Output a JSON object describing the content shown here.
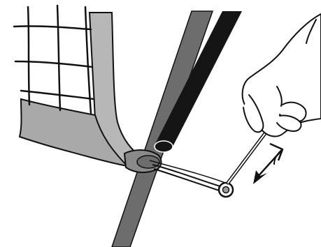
{
  "figure": {
    "kind": "line-art instruction illustration",
    "elements": [
      "net-panel",
      "frame-pole-gray",
      "frame-pole-black",
      "pole-joint-clip",
      "bungee-cord",
      "tension-hook",
      "hand",
      "pull-direction-arrow-icon"
    ]
  },
  "colors": {
    "background": "#ffffff",
    "outline": "#111111",
    "net_fabric": "#b7b7b7",
    "net_skirt": "#a9a9a9",
    "pole_gray": "#6d6d6d",
    "pole_black": "#151515",
    "hand_fill": "#ffffff",
    "metal": "#9c9c9c"
  }
}
